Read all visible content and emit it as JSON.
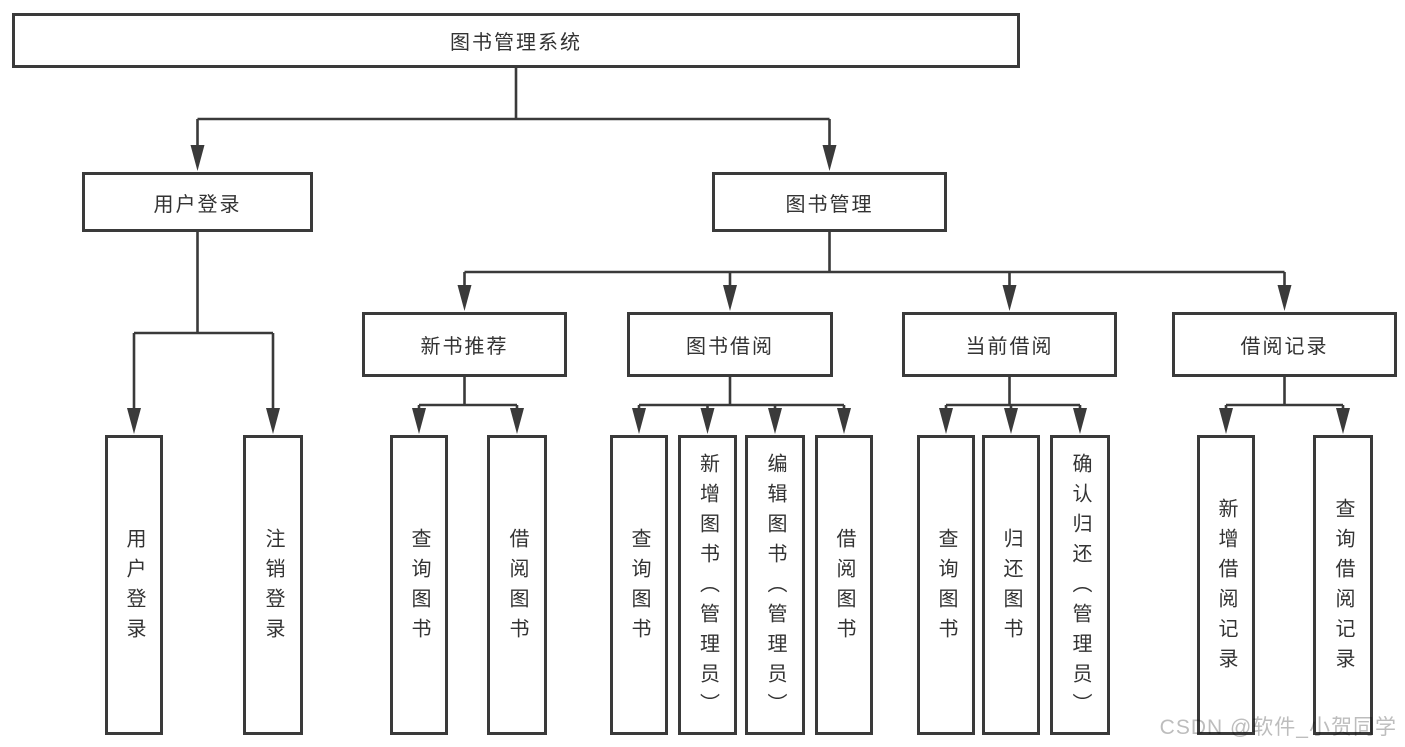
{
  "diagram_title": "图书管理系统",
  "tree": {
    "root": "图书管理系统",
    "branches": [
      {
        "label": "用户登录",
        "children": [
          "用户登录",
          "注销登录"
        ]
      },
      {
        "label": "图书管理",
        "groups": [
          {
            "label": "新书推荐",
            "children": [
              "查询图书",
              "借阅图书"
            ]
          },
          {
            "label": "图书借阅",
            "children": [
              "查询图书",
              "新增图书（管理员）",
              "编辑图书（管理员）",
              "借阅图书"
            ]
          },
          {
            "label": "当前借阅",
            "children": [
              "查询图书",
              "归还图书",
              "确认归还（管理员）"
            ]
          },
          {
            "label": "借阅记录",
            "children": [
              "新增借阅记录",
              "查询借阅记录"
            ]
          }
        ]
      }
    ]
  },
  "watermark": {
    "text": "CSDN @软件_小贺同学"
  },
  "colors": {
    "line": "#3a3a3a",
    "box_border": "#3a3a3a",
    "text": "#333333",
    "watermark": "#bdbdbd",
    "background": "#ffffff"
  }
}
